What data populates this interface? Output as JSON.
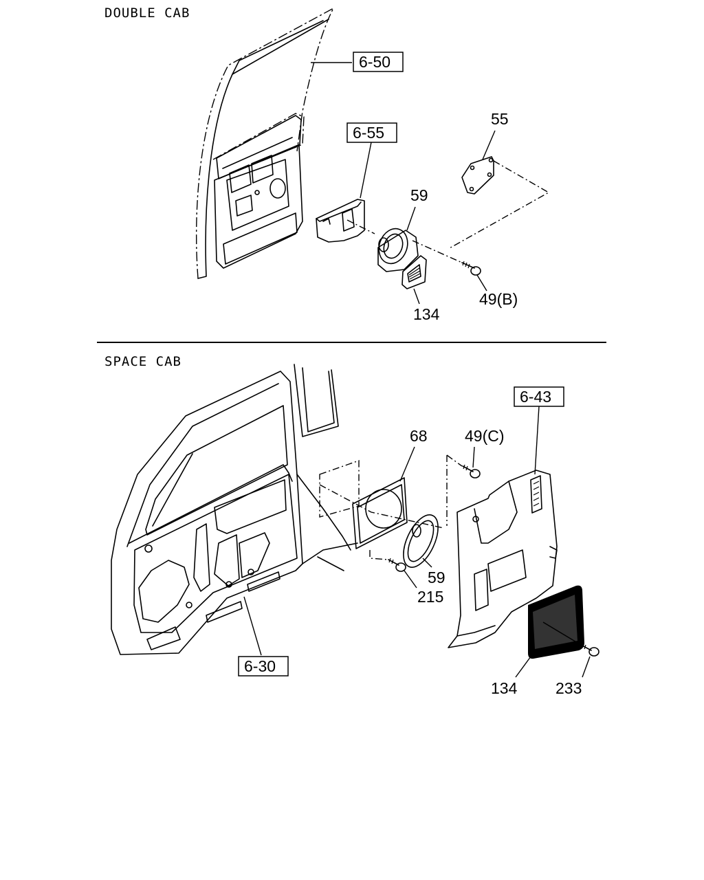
{
  "sections": [
    {
      "title": "DOUBLE CAB",
      "refs": [
        "6-50",
        "6-55"
      ],
      "parts": [
        "55",
        "59",
        "134",
        "49(B)"
      ]
    },
    {
      "title": "SPACE CAB",
      "refs": [
        "6-43",
        "6-30"
      ],
      "parts": [
        "68",
        "49(C)",
        "59",
        "215",
        "134",
        "233"
      ]
    }
  ]
}
